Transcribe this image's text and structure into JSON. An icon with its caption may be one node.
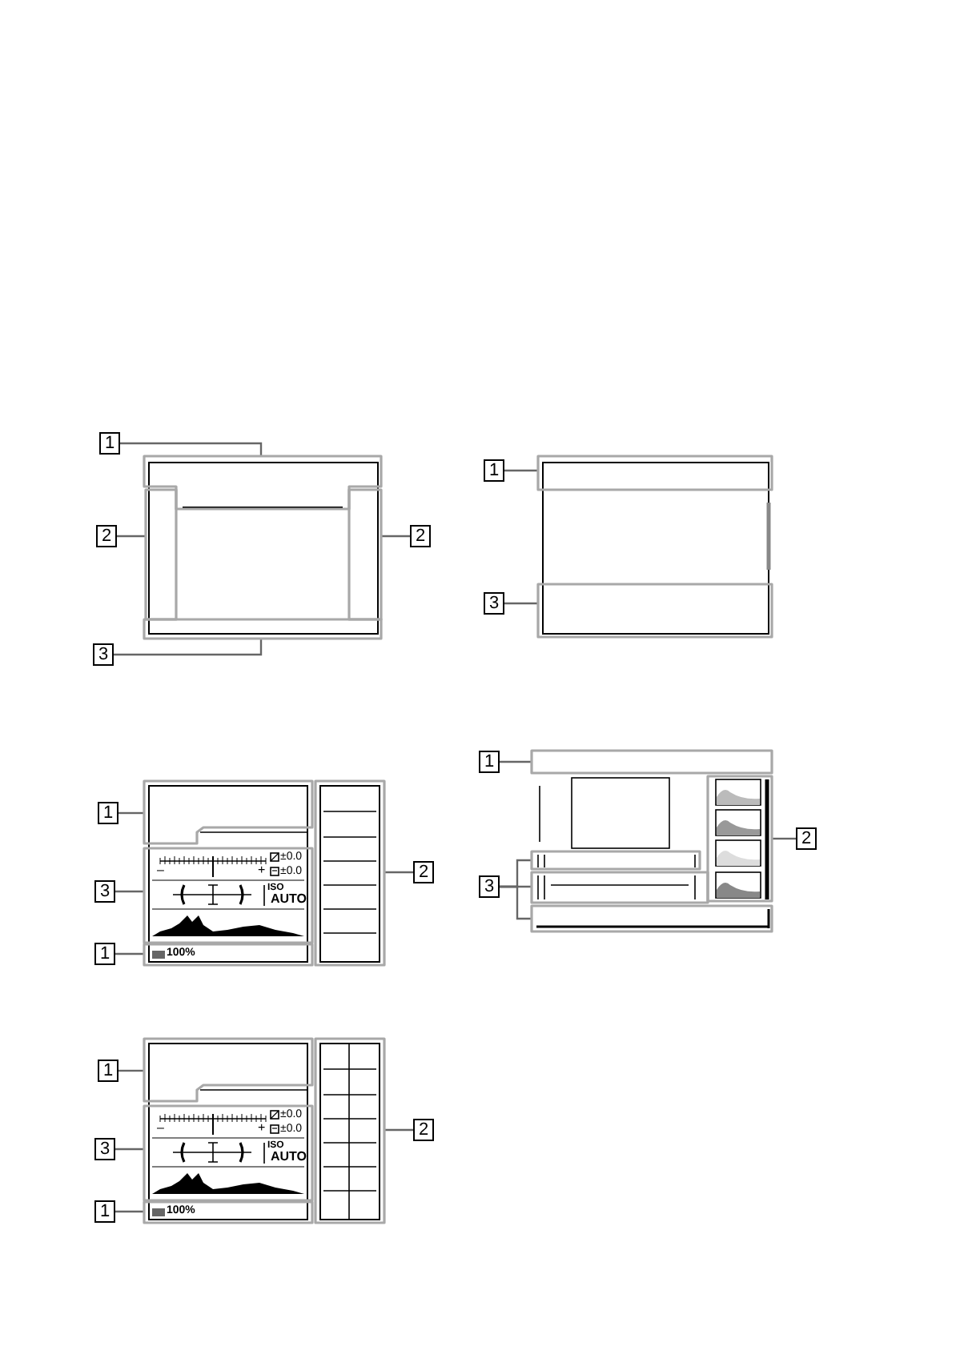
{
  "diagram": {
    "nodes": [
      {
        "text": [
          "1"
        ]
      },
      {
        "text": [],
        "shape": "box"
      },
      {
        "text": [
          "2"
        ]
      },
      {
        "text": [],
        "shape": "box"
      },
      {
        "text": [],
        "shape": "box"
      },
      {
        "text": [
          "2"
        ]
      },
      {
        "text": [],
        "shape": "box"
      },
      {
        "text": [
          "3"
        ]
      },
      {
        "text": [
          "1"
        ]
      },
      {
        "text": [],
        "shape": "box"
      },
      {
        "text": [
          "3"
        ]
      },
      {
        "text": [],
        "shape": "box"
      },
      {
        "text": [
          "1"
        ]
      },
      {
        "text": [],
        "shape": "box"
      },
      {
        "text": [],
        "shape": "box"
      },
      {
        "text": [
          "2"
        ]
      },
      {
        "text": [
          "3"
        ]
      },
      {
        "text": [],
        "shape": "box"
      },
      {
        "text": [
          "1"
        ]
      },
      {
        "text": [],
        "shape": "box"
      },
      {
        "text": [
          "1"
        ]
      },
      {
        "text": [],
        "shape": "box"
      },
      {
        "text": [],
        "shape": "box"
      },
      {
        "text": [
          "2"
        ]
      },
      {
        "text": [
          "3"
        ]
      },
      {
        "text": [],
        "shape": "box"
      },
      {
        "text": [],
        "shape": "box"
      },
      {
        "text": [],
        "shape": "box"
      },
      {
        "text": [
          "1"
        ]
      },
      {
        "text": [],
        "shape": "box"
      },
      {
        "text": [],
        "shape": "box"
      },
      {
        "text": [
          "2"
        ]
      },
      {
        "text": [
          "3"
        ]
      },
      {
        "text": [],
        "shape": "box"
      },
      {
        "text": [
          "1"
        ]
      },
      {
        "text": [],
        "shape": "box"
      }
    ],
    "edges": [
      {
        "from": 0,
        "to": 1,
        "arrow": "none"
      },
      {
        "from": 2,
        "to": 3,
        "arrow": "none"
      },
      {
        "from": 5,
        "to": 4,
        "arrow": "none"
      },
      {
        "from": 7,
        "to": 6,
        "arrow": "none"
      },
      {
        "from": 8,
        "to": 9,
        "arrow": "none"
      },
      {
        "from": 10,
        "to": 11,
        "arrow": "none"
      },
      {
        "from": 12,
        "to": 13,
        "arrow": "none"
      },
      {
        "from": 15,
        "to": 14,
        "arrow": "none"
      },
      {
        "from": 16,
        "to": 17,
        "arrow": "none"
      },
      {
        "from": 18,
        "to": 19,
        "arrow": "none"
      },
      {
        "from": 20,
        "to": 21,
        "arrow": "none"
      },
      {
        "from": 23,
        "to": 22,
        "arrow": "none"
      },
      {
        "from": 24,
        "to": 25,
        "arrow": "none"
      },
      {
        "from": 24,
        "to": 26,
        "arrow": "none"
      },
      {
        "from": 24,
        "to": 27,
        "arrow": "none"
      },
      {
        "from": 28,
        "to": 29,
        "arrow": "none"
      },
      {
        "from": 31,
        "to": 30,
        "arrow": "none"
      },
      {
        "from": 32,
        "to": 33,
        "arrow": "none"
      },
      {
        "from": 34,
        "to": 35,
        "arrow": "none"
      }
    ],
    "labels": [
      "–",
      "+",
      "±0.0",
      "±0.0",
      "ISO",
      "AUTO",
      "100%",
      "–",
      "+",
      "±0.0",
      "±0.0",
      "ISO",
      "AUTO",
      "100%"
    ]
  }
}
